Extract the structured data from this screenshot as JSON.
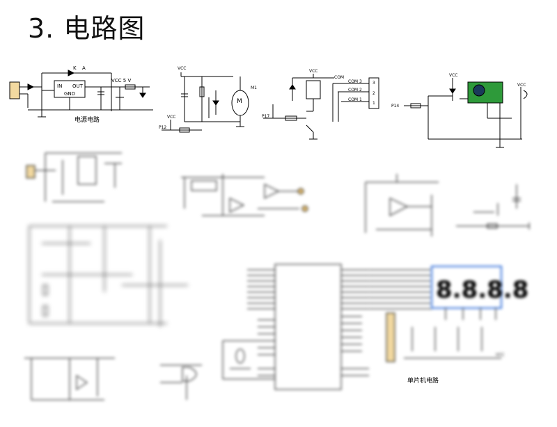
{
  "page": {
    "title": "3. 电路图"
  },
  "labels": {
    "power_caption": "电源电路",
    "mcu_caption": "单片机电路",
    "vcc": "VCC",
    "vcc5": "VCC 5 V",
    "in": "IN",
    "out": "OUT",
    "gnd": "GND",
    "com": "COM",
    "com1": "COM 1",
    "com2": "COM 2",
    "com3": "COM 3",
    "pin1": "1",
    "pin2": "2",
    "pin3": "3",
    "num_k": "K",
    "num_a": "A",
    "p14": "P14",
    "p17": "P17",
    "p12": "P12",
    "m1": "M1",
    "seg": "8.8.8.8"
  },
  "colors": {
    "ic_green": "#2e9a3a",
    "ic_dark": "#1a3a5a",
    "display_blue": "#2a6ad8",
    "connector_fill": "#f2d9a0",
    "wire": "#000000",
    "ic_box": "#f7e8b0"
  }
}
